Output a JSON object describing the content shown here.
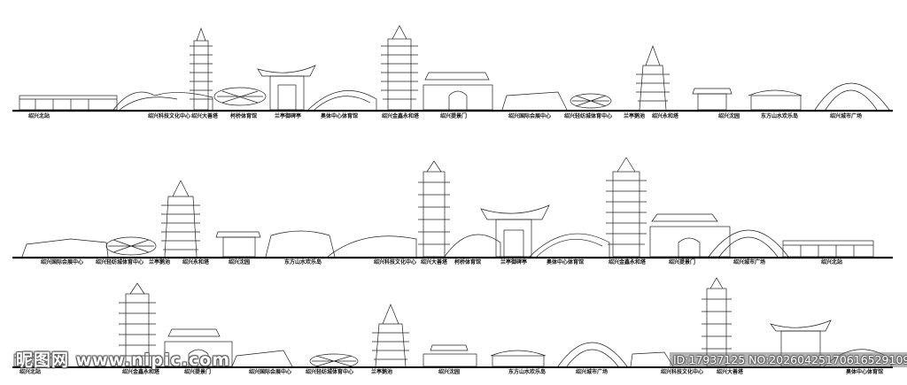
{
  "ground_color": "#000000",
  "line_color": "#222222",
  "bands": [
    {
      "id": "band-1",
      "labels": [
        "绍兴北站",
        "绍兴科技文化中心",
        "绍兴大善塔",
        "柯桥体育馆",
        "兰亭御碑亭",
        "奥体中心体育馆",
        "绍兴金鑫永和塔",
        "绍兴提景门",
        "绍兴国际会展中心",
        "绍兴轻纺城体育中心",
        "兰亭鹅池",
        "绍兴永和塔",
        "绍兴沈园",
        "东方山水欢乐岛",
        "绍兴城市广场"
      ]
    },
    {
      "id": "band-2",
      "labels": [
        "绍兴国际会展中心",
        "绍兴轻纺城体育中心",
        "兰亭鹅池",
        "绍兴永和塔",
        "绍兴沈园",
        "东方山水欢乐岛",
        "绍兴科技文化中心",
        "绍兴大善塔",
        "柯桥体育馆",
        "兰亭御碑亭",
        "奥体中心体育馆",
        "绍兴金鑫永和塔",
        "绍兴提景门",
        "绍兴城市广场",
        "绍兴北站"
      ]
    },
    {
      "id": "band-3",
      "labels": [
        "绍兴北站",
        "绍兴金鑫永和塔",
        "绍兴提景门",
        "绍兴国际会展中心",
        "绍兴轻纺城体育中心",
        "兰亭鹅池",
        "绍兴沈园",
        "东方山水欢乐岛",
        "绍兴城市广场",
        "绍兴科技文化中心",
        "绍兴大善塔",
        "奥体中心体育馆"
      ]
    }
  ],
  "watermark": {
    "left_text": "昵图网 www.nipic.com",
    "right_text": "ID:17937125 NO:20260425170616529109"
  }
}
